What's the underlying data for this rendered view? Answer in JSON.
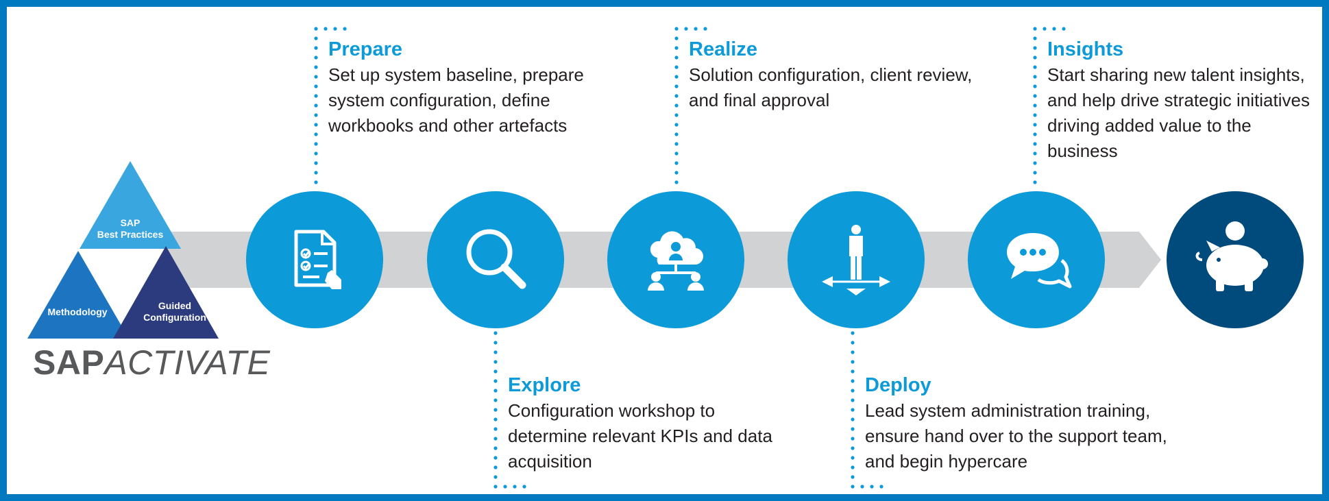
{
  "logo": {
    "triangles": [
      {
        "label": "SAP\nBest Practices",
        "color": "#3aa6e0"
      },
      {
        "label": "Methodology",
        "color": "#1d75c2"
      },
      {
        "label": "Guided\nConfiguration",
        "color": "#2c3a7e"
      }
    ],
    "brand_bold": "SAP",
    "brand_italic": "ACTIVATE"
  },
  "phases": [
    {
      "name": "Prepare",
      "description": "Set up system baseline, prepare system configuration, define workbooks and other artefacts",
      "icon": "checklist-icon"
    },
    {
      "name": "Explore",
      "description": "Configuration workshop to determine relevant KPIs and data acquisition",
      "icon": "magnifier-icon"
    },
    {
      "name": "Realize",
      "description": "Solution configuration, client review, and final approval",
      "icon": "cloud-network-icon"
    },
    {
      "name": "Deploy",
      "description": "Lead system administration training, ensure hand over to the support team, and begin hypercare",
      "icon": "person-crossroads-icon"
    },
    {
      "name": "Insights",
      "description": "Start sharing new talent insights, and help drive strategic initiatives driving added value to the business",
      "icon": "chat-bubbles-icon"
    }
  ],
  "outcome": {
    "icon": "piggy-bank-icon"
  },
  "colors": {
    "frame": "#0079c1",
    "circle": "#0c9ad9",
    "outcome_circle": "#004a7c",
    "arrow": "#d1d2d3",
    "brand_text": "#58595b"
  }
}
